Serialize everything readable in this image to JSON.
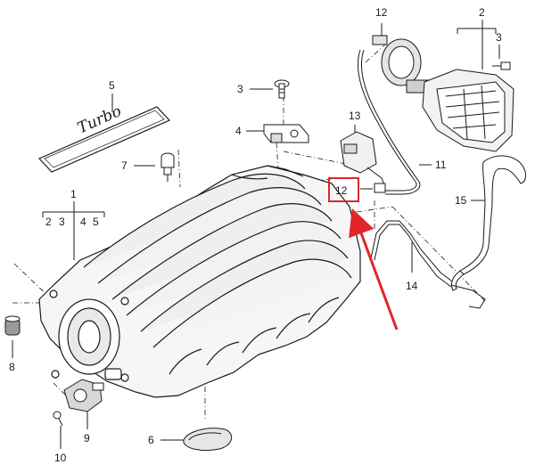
{
  "callouts": {
    "c1": "1",
    "c2": "2",
    "c3a": "3",
    "c3b": "3",
    "c4": "4",
    "c5": "5",
    "c6": "6",
    "c7": "7",
    "c8": "8",
    "c9": "9",
    "c10": "10",
    "c11": "11",
    "c12a": "12",
    "c12b": "12",
    "c13": "13",
    "c14": "14",
    "c15": "15"
  },
  "group1_subs": [
    "2",
    "3",
    "4",
    "5"
  ],
  "badge_text": "Turbo",
  "colors": {
    "line": "#1a1a1a",
    "highlight": "#e0262b",
    "fill": "#f4f4f4"
  }
}
